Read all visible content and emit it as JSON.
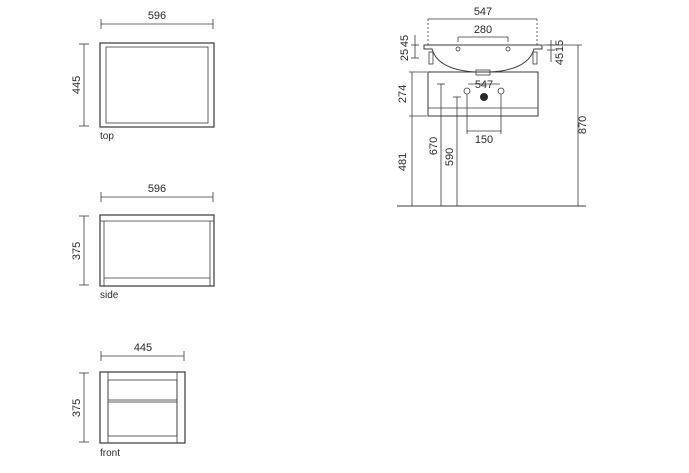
{
  "views": {
    "top": {
      "label": "top",
      "width": "596",
      "height": "445"
    },
    "side": {
      "label": "side",
      "width": "596",
      "height": "375"
    },
    "front": {
      "label": "front",
      "width": "445",
      "height": "375"
    }
  },
  "section": {
    "dims": {
      "basin_width": "547",
      "tap_spacing": "280",
      "left_25": "25",
      "left_45": "45",
      "right_15": "15",
      "right_45": "45",
      "cabinet_274": "274",
      "pipe_547": "547",
      "pipe_150": "150",
      "floor_481": "481",
      "floor_670": "670",
      "floor_590": "590",
      "total_870": "870"
    }
  }
}
